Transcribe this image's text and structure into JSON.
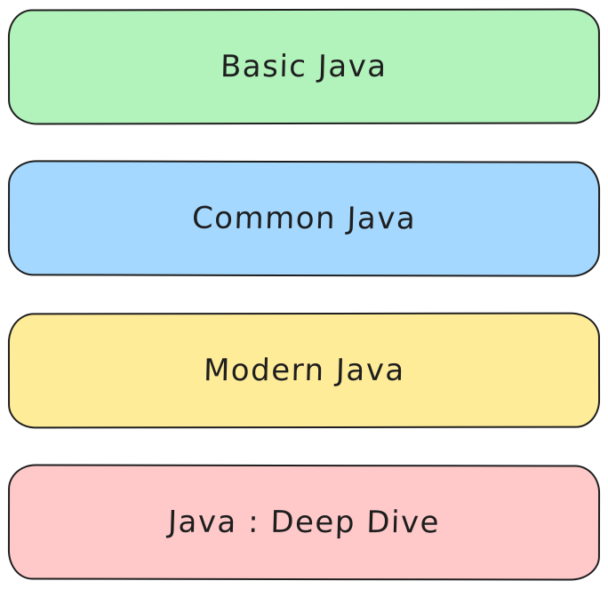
{
  "canvas": {
    "background": "#ffffff",
    "stroke_color": "#1e1e1e",
    "text_color": "#1e1e1e"
  },
  "boxes": [
    {
      "label": "Basic Java",
      "fill": "#b2f2bb",
      "stroke": "#1e1e1e"
    },
    {
      "label": "Common Java",
      "fill": "#a5d8ff",
      "stroke": "#1e1e1e"
    },
    {
      "label": "Modern Java",
      "fill": "#ffec99",
      "stroke": "#1e1e1e"
    },
    {
      "label": "Java : Deep Dive",
      "fill": "#ffc9c9",
      "stroke": "#1e1e1e"
    }
  ]
}
